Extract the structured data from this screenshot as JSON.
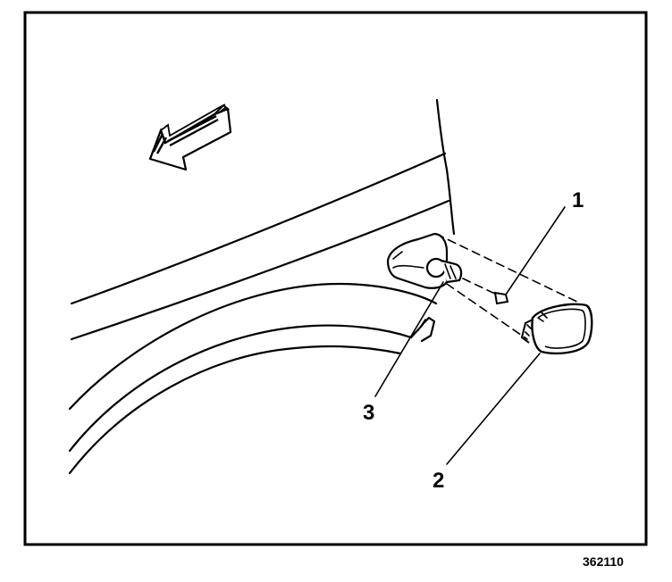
{
  "figure": {
    "number": "362110",
    "callouts": [
      {
        "id": "1",
        "label": "1"
      },
      {
        "id": "2",
        "label": "2"
      },
      {
        "id": "3",
        "label": "3"
      }
    ],
    "forward_arrow_icon": "arrow-forward-left-icon"
  },
  "colors": {
    "line": "#000000",
    "background": "#ffffff"
  }
}
